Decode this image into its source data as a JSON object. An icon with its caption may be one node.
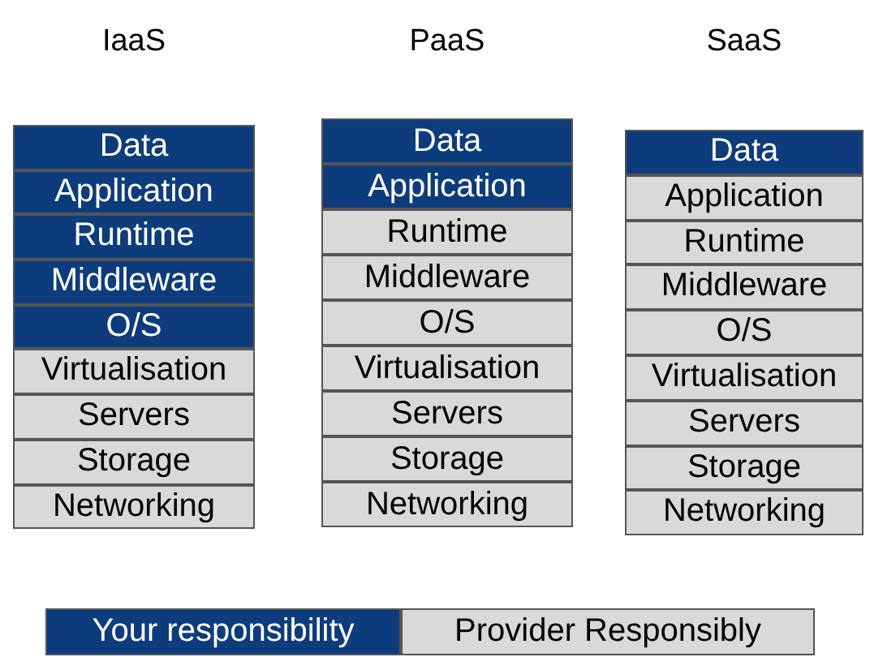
{
  "diagram": {
    "nodes": [
      {
        "text": [
          "IaaS"
        ]
      },
      {
        "text": [
          "Data"
        ],
        "in": 0
      },
      {
        "text": [
          "Application"
        ],
        "in": 0
      },
      {
        "text": [
          "Runtime"
        ],
        "in": 0
      },
      {
        "text": [
          "Middleware"
        ],
        "in": 0
      },
      {
        "text": [
          "O/S"
        ],
        "in": 0
      },
      {
        "text": [
          "Virtualisation"
        ],
        "in": 0
      },
      {
        "text": [
          "Servers"
        ],
        "in": 0
      },
      {
        "text": [
          "Storage"
        ],
        "in": 0
      },
      {
        "text": [
          "Networking"
        ],
        "in": 0
      },
      {
        "text": [
          "PaaS"
        ]
      },
      {
        "text": [
          "Data"
        ],
        "in": 10
      },
      {
        "text": [
          "Application"
        ],
        "in": 10
      },
      {
        "text": [
          "Runtime"
        ],
        "in": 10
      },
      {
        "text": [
          "Middleware"
        ],
        "in": 10
      },
      {
        "text": [
          "O/S"
        ],
        "in": 10
      },
      {
        "text": [
          "Virtualisation"
        ],
        "in": 10
      },
      {
        "text": [
          "Servers"
        ],
        "in": 10
      },
      {
        "text": [
          "Storage"
        ],
        "in": 10
      },
      {
        "text": [
          "Networking"
        ],
        "in": 10
      },
      {
        "text": [
          "SaaS"
        ]
      },
      {
        "text": [
          "Data"
        ],
        "in": 20
      },
      {
        "text": [
          "Application"
        ],
        "in": 20
      },
      {
        "text": [
          "Runtime"
        ],
        "in": 20
      },
      {
        "text": [
          "Middleware"
        ],
        "in": 20
      },
      {
        "text": [
          "O/S"
        ],
        "in": 20
      },
      {
        "text": [
          "Virtualisation"
        ],
        "in": 20
      },
      {
        "text": [
          "Servers"
        ],
        "in": 20
      },
      {
        "text": [
          "Storage"
        ],
        "in": 20
      },
      {
        "text": [
          "Networking"
        ],
        "in": 20
      }
    ],
    "edges": [],
    "legend": [
      {
        "text": "Your responsibility",
        "color": "#0d3c7c"
      },
      {
        "text": "Provider Responsibly",
        "color": "#d9d9d9"
      }
    ]
  }
}
